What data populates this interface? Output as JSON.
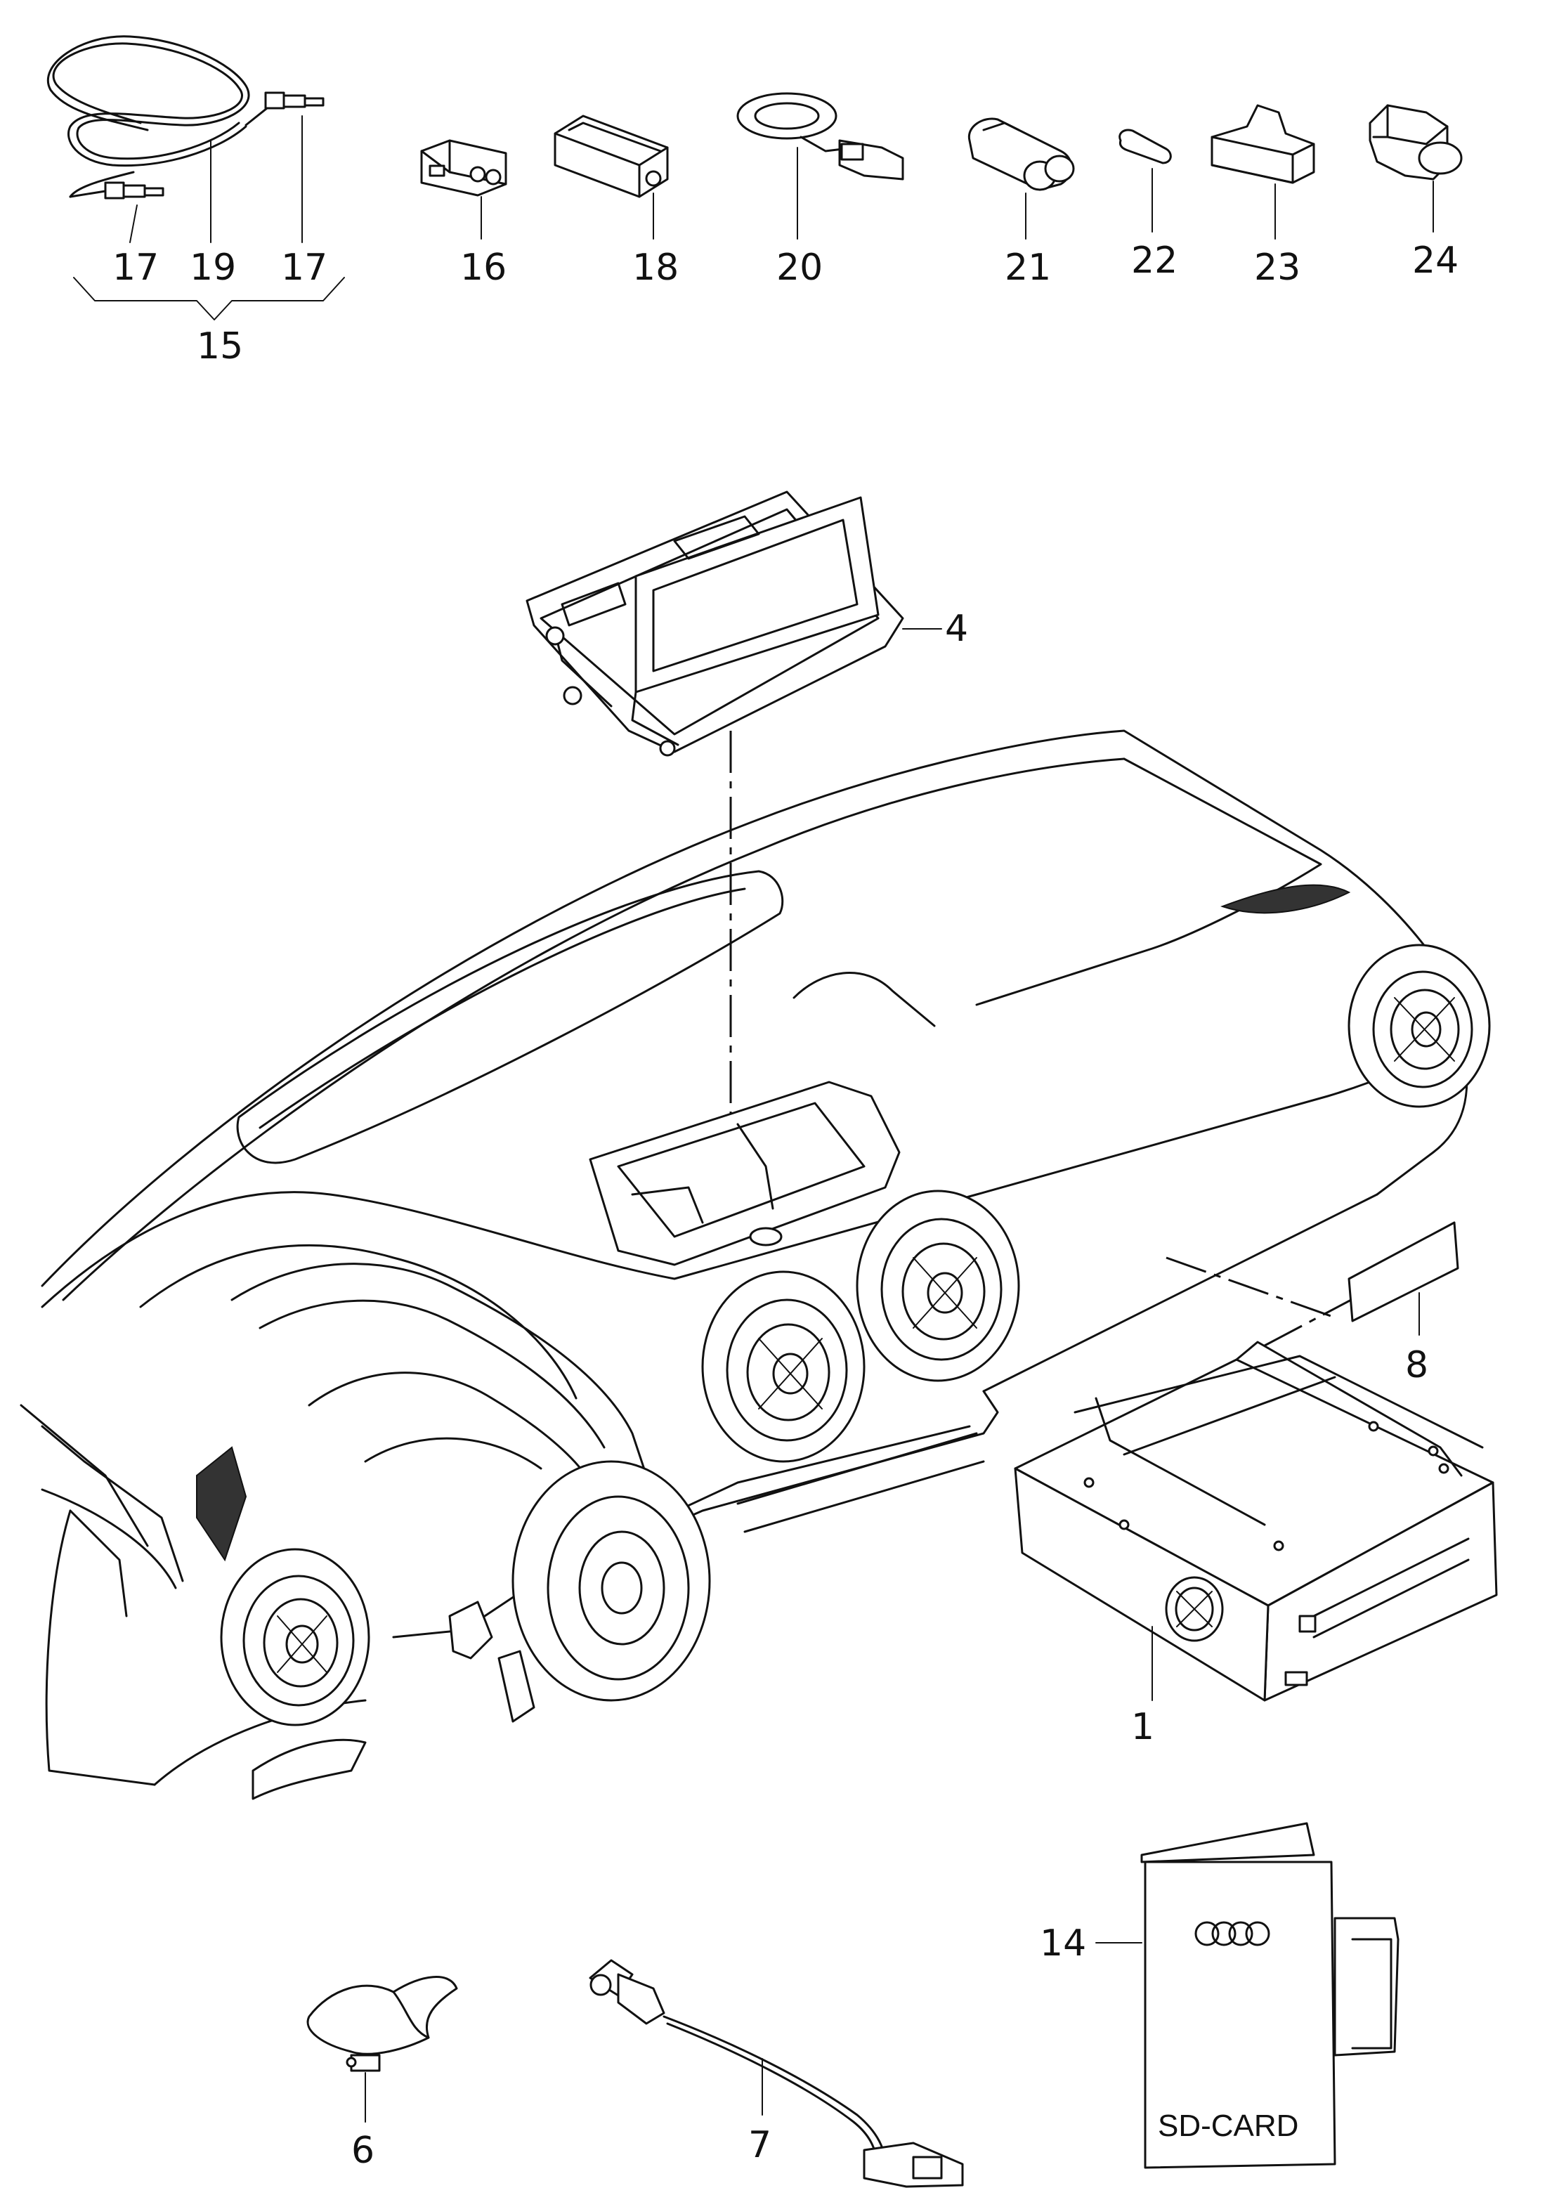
{
  "callouts": {
    "p1": "1",
    "p4": "4",
    "p6": "6",
    "p7": "7",
    "p8": "8",
    "p14": "14",
    "p15": "15",
    "p16": "16",
    "p17a": "17",
    "p17b": "17",
    "p18": "18",
    "p19": "19",
    "p20": "20",
    "p21": "21",
    "p22": "22",
    "p23": "23",
    "p24": "24"
  },
  "manual_label": "SD-CARD",
  "logo": "four-rings"
}
